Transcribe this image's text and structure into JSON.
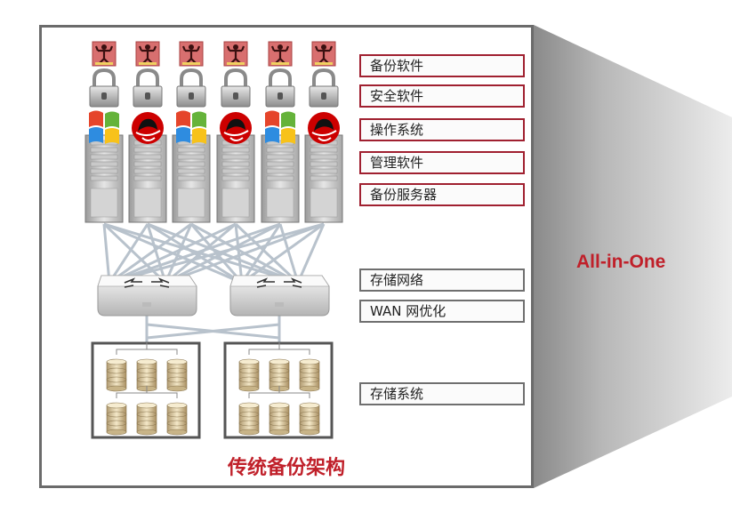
{
  "layers": [
    {
      "label": "备份软件",
      "style": "red"
    },
    {
      "label": "安全软件",
      "style": "red"
    },
    {
      "label": "操作系统",
      "style": "red"
    },
    {
      "label": "管理软件",
      "style": "red"
    },
    {
      "label": "备份服务器",
      "style": "red"
    },
    {
      "label": "存储网络",
      "style": "gray"
    },
    {
      "label": "WAN 网优化",
      "style": "gray"
    },
    {
      "label": "存储系统",
      "style": "gray"
    }
  ],
  "caption": "传统备份架构",
  "side_label": "All-in-One",
  "server_os": [
    "windows-logo-icon",
    "redhat-logo-icon",
    "windows-logo-icon",
    "redhat-logo-icon",
    "windows-logo-icon",
    "redhat-logo-icon"
  ],
  "colors": {
    "accent_red": "#c0202a",
    "label_border_red": "#a02030",
    "label_border_gray": "#6f6f6f",
    "frame_border": "#6b6b6b"
  }
}
